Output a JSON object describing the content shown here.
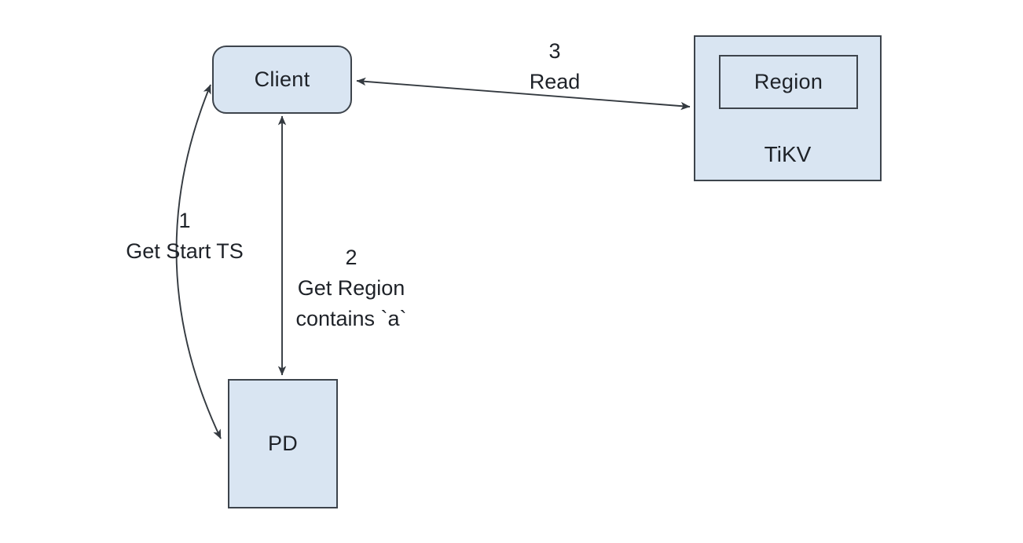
{
  "diagram": {
    "colors": {
      "background": "#ffffff",
      "node_fill": "#d9e5f2",
      "node_border": "#3d444c",
      "arrow": "#343a40",
      "text": "#1e2228"
    },
    "nodes": {
      "client": {
        "label": "Client"
      },
      "tikv": {
        "label": "TiKV"
      },
      "region": {
        "label": "Region"
      },
      "pd": {
        "label": "PD"
      }
    },
    "edges": [
      {
        "number": "1",
        "lines": [
          "Get Start TS"
        ],
        "connects": [
          "client",
          "pd"
        ],
        "style": "curved",
        "bidirectional": true
      },
      {
        "number": "2",
        "lines": [
          "Get Region",
          "contains `a`"
        ],
        "connects": [
          "client",
          "pd"
        ],
        "style": "straight-vertical",
        "bidirectional": true
      },
      {
        "number": "3",
        "lines": [
          "Read"
        ],
        "connects": [
          "client",
          "tikv"
        ],
        "style": "straight",
        "bidirectional": true
      }
    ]
  }
}
